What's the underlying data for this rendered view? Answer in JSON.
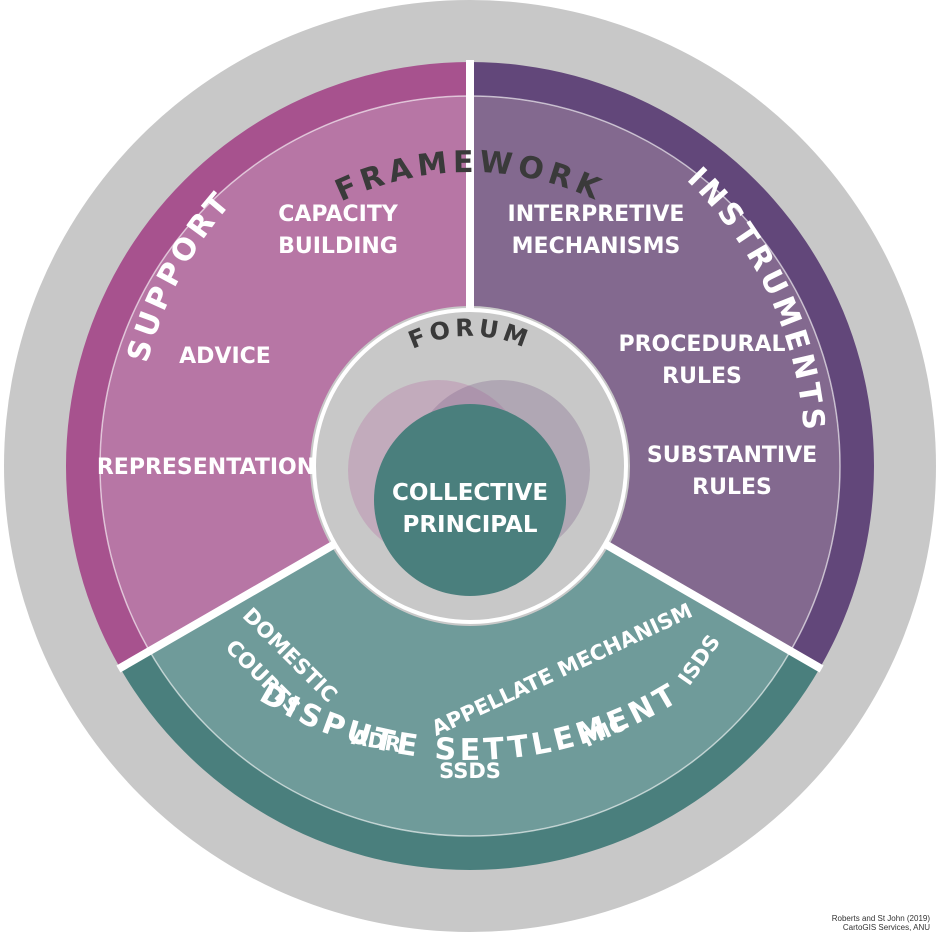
{
  "colors": {
    "outer_ring": "#c8c8c8",
    "support_dark": "#a7528e",
    "support_light": "#b776a5",
    "instruments_dark": "#62477a",
    "instruments_light": "#83698f",
    "dispute_dark": "#4a7f7d",
    "dispute_light": "#6f9b9a",
    "core": "#4a7f7d",
    "text_dark": "#3a3a3a",
    "text_light": "#ffffff"
  },
  "rings": {
    "framework": "FRAMEWORK",
    "support": "SUPPORT",
    "instruments": "INSTRUMENTS",
    "dispute_settlement": "DISPUTE SETTLEMENT",
    "forum": "FORUM"
  },
  "core": {
    "line1": "COLLECTIVE",
    "line2": "PRINCIPAL"
  },
  "support_items": {
    "capacity_1": "CAPACITY",
    "capacity_2": "BUILDING",
    "advice": "ADVICE",
    "representation": "REPRESENTATION"
  },
  "instrument_items": {
    "interpretive_1": "INTERPRETIVE",
    "interpretive_2": "MECHANISMS",
    "procedural_1": "PROCEDURAL",
    "procedural_2": "RULES",
    "substantive_1": "SUBSTANTIVE",
    "substantive_2": "RULES"
  },
  "dispute_items": {
    "domestic_1": "DOMESTIC",
    "domestic_2": "COURTS",
    "adr": "ADR",
    "ssds": "SSDS",
    "appellate": "APPELLATE MECHANISM",
    "mic": "MIC",
    "isds": "ISDS"
  },
  "credit": {
    "line1": "Roberts and St John (2019)",
    "line2": "CartoGIS Services, ANU"
  }
}
